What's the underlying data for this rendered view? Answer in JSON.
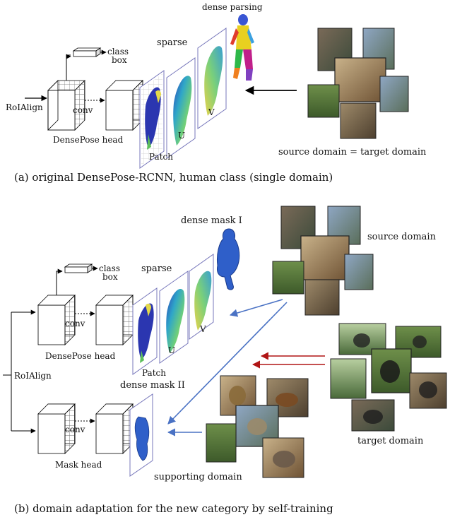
{
  "panel_a": {
    "caption": "(a) original DensePose-RCNN, human class (single domain)",
    "roialign": "RoIAlign",
    "conv": "conv",
    "class_label": "class",
    "box_label": "box",
    "head_label": "DensePose head",
    "sparse": "sparse",
    "dense_parsing": "dense parsing",
    "patch": "Patch",
    "u": "U",
    "v": "V",
    "domain_label": "source domain = target domain"
  },
  "panel_b": {
    "caption": "(b) domain adaptation for the new category by self-training",
    "roialign": "RoIAlign",
    "conv_top": "conv",
    "conv_bottom": "conv",
    "class_label": "class",
    "box_label": "box",
    "densepose_head": "DensePose head",
    "mask_head": "Mask head",
    "sparse": "sparse",
    "dense_mask_1": "dense mask I",
    "dense_mask_2": "dense mask II",
    "patch": "Patch",
    "u": "U",
    "v": "V",
    "source_domain": "source domain",
    "target_domain": "target domain",
    "supporting_domain": "supporting domain"
  },
  "colors": {
    "arrow_black": "#000000",
    "arrow_blue": "#4a72c4",
    "arrow_red": "#b01515",
    "mask_blue": "#2f5fc9",
    "frame_purple": "#7777bb"
  }
}
